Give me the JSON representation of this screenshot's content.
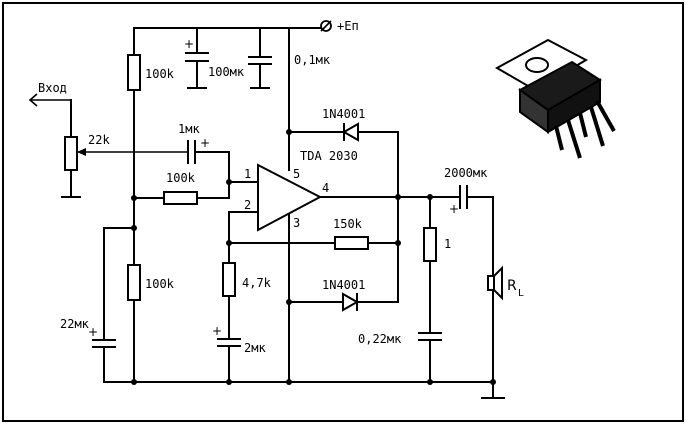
{
  "labels": {
    "input": "Вход",
    "power": "+Еп",
    "r_pot": "22k",
    "c_input": "1мк",
    "r_feedback": "100k",
    "r_bias_top": "100k",
    "r_bias_bottom": "100k",
    "c_filter": "100мк",
    "c_decouple": "0,1мк",
    "ic_name": "TDA 2030",
    "diode_top": "1N4001",
    "diode_bottom": "1N4001",
    "r_150k": "150k",
    "r_4k7": "4,7k",
    "c_2mk": "2мк",
    "c_22mk": "22мк",
    "c_output": "2000мк",
    "r_1": "1",
    "c_zobel": "0,22мк",
    "load": "R",
    "load_sub": "L",
    "pin1": "1",
    "pin2": "2",
    "pin3": "3",
    "pin4": "4",
    "pin5": "5",
    "plus": "+"
  }
}
